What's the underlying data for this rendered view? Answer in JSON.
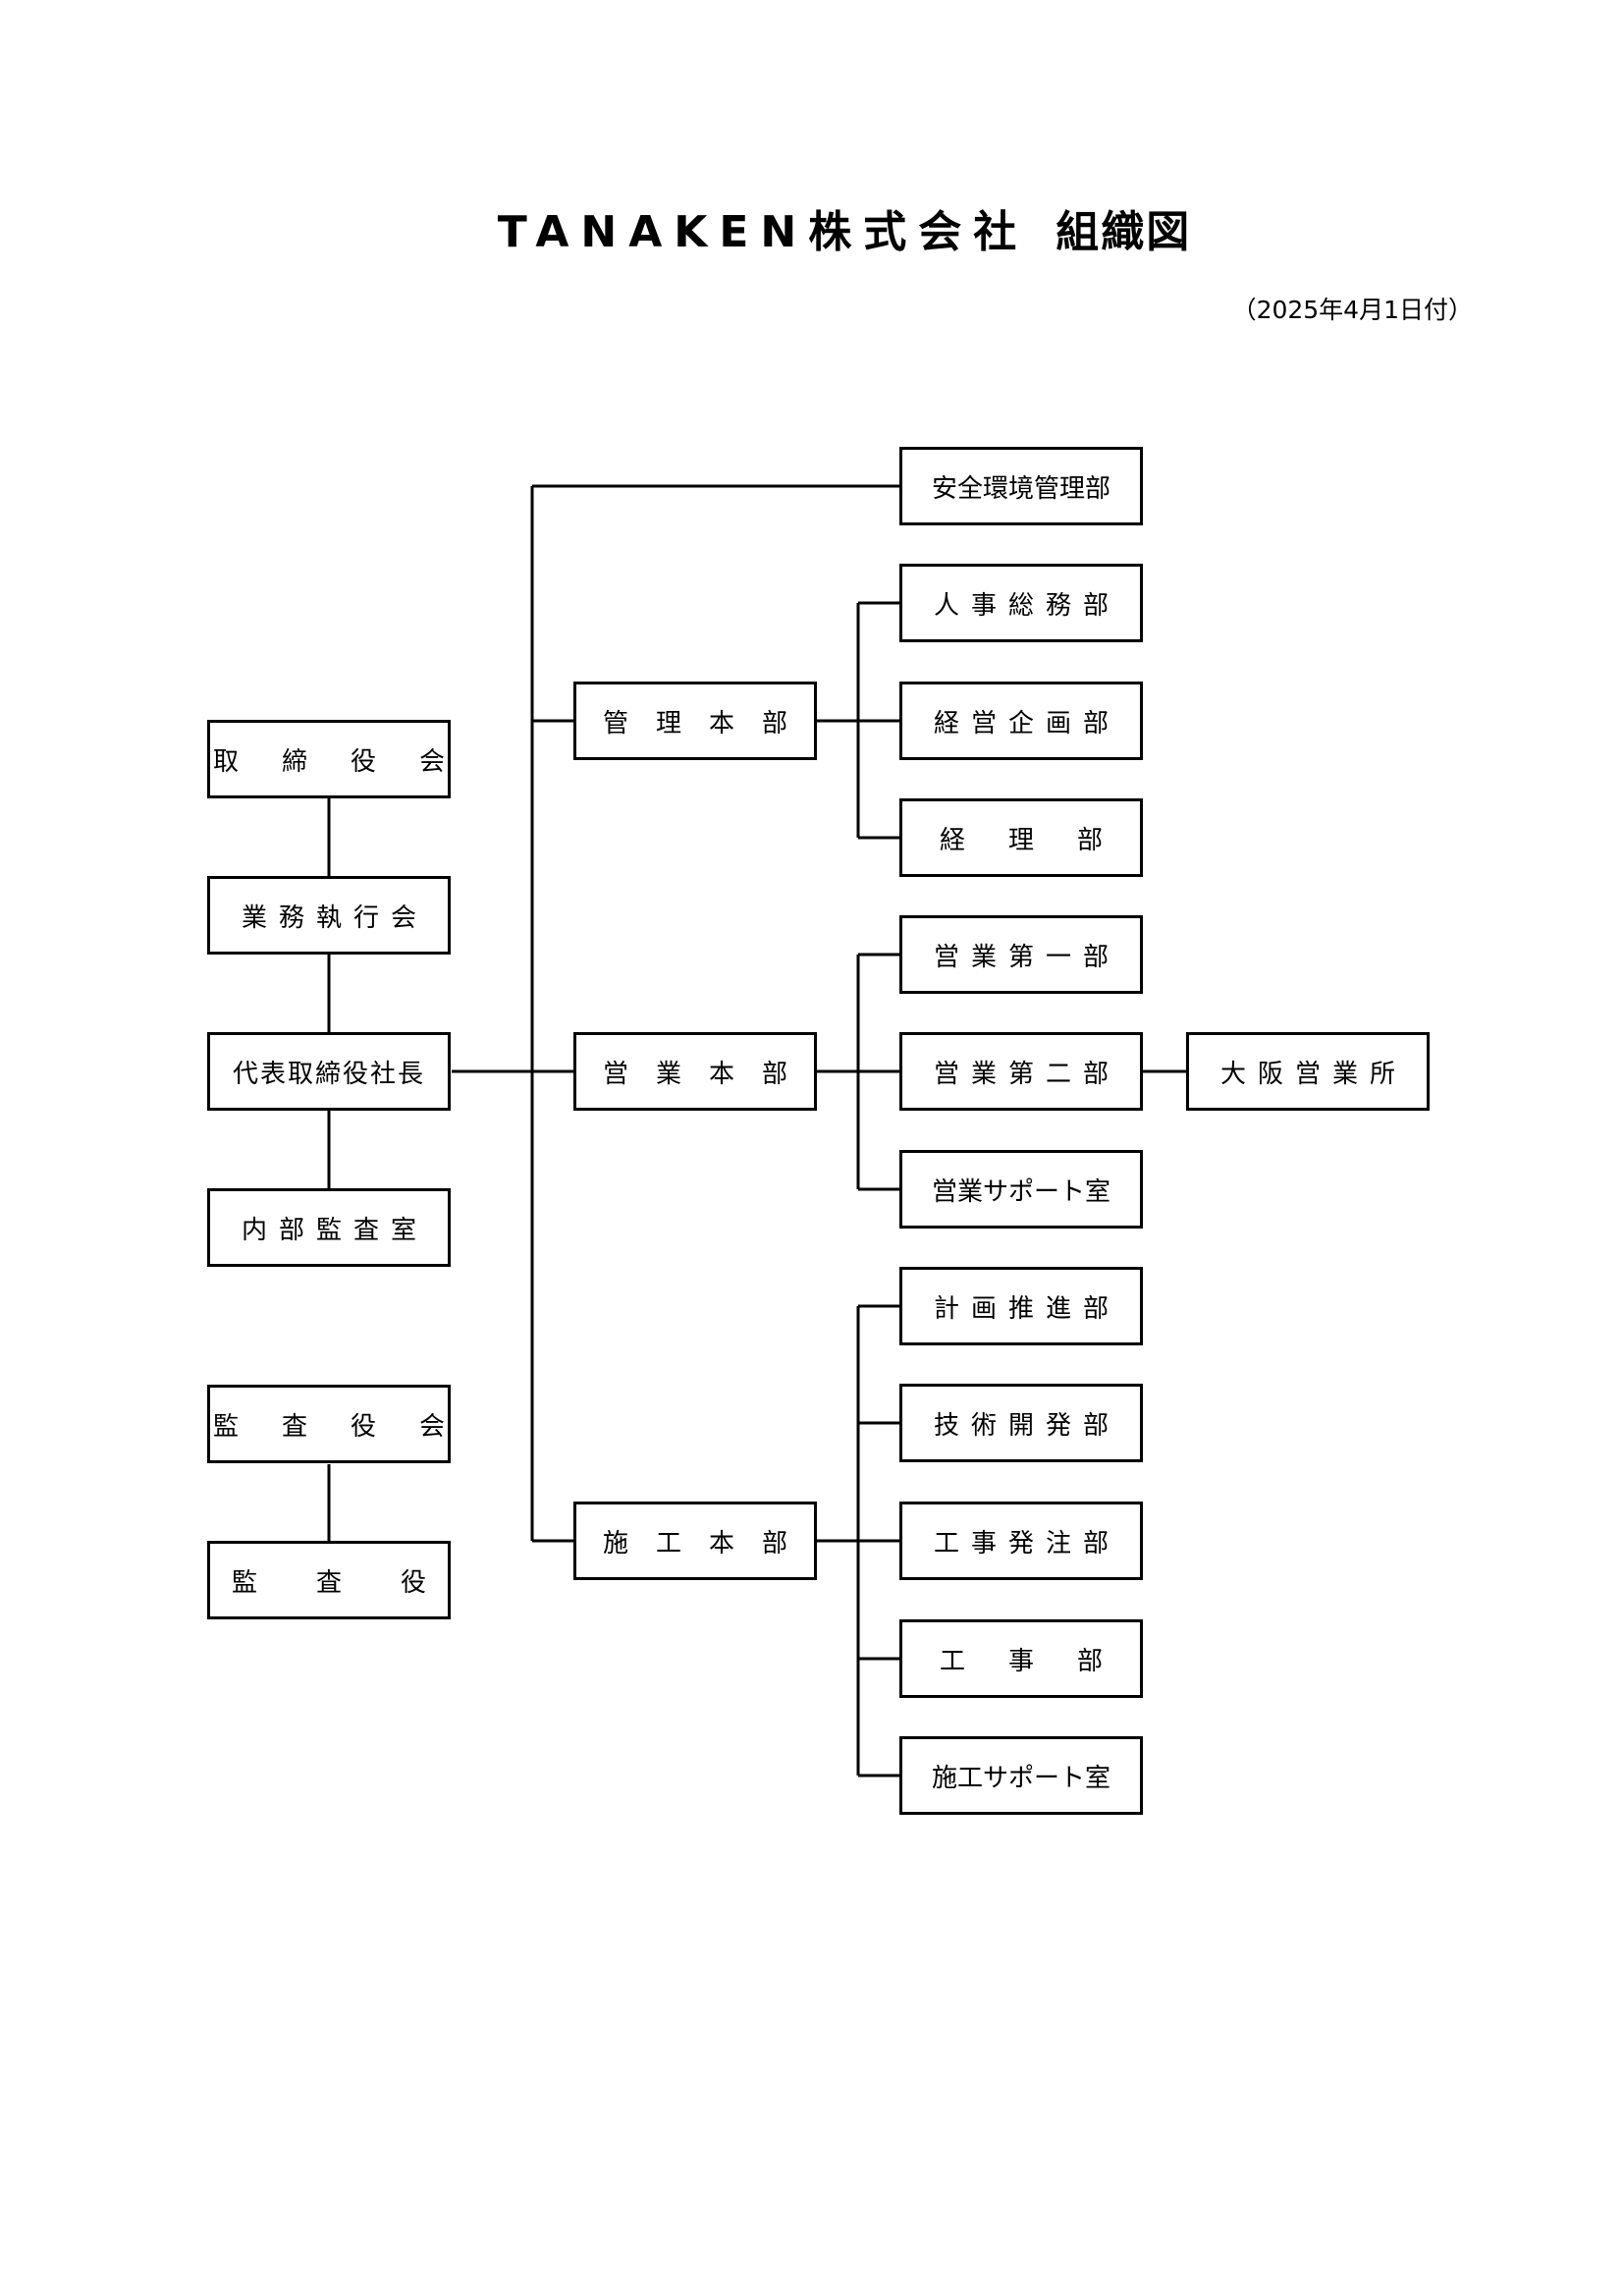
{
  "title": {
    "company": "TANAKEN株式会社",
    "suffix": "組織図"
  },
  "date": "（2025年4月1日付）",
  "boxes": {
    "board": "取締役会",
    "exec_committee": "業務執行会",
    "president": "代表取締役社長",
    "internal_audit": "内部監査室",
    "audit_board": "監査役会",
    "auditor": "監査役",
    "safety_env": "安全環境管理部",
    "admin_hq": "管理本部",
    "hr": "人事総務部",
    "planning": "経営企画部",
    "accounting": "経理部",
    "sales_hq": "営業本部",
    "sales1": "営業第一部",
    "sales2": "営業第二部",
    "osaka": "大阪営業所",
    "sales_support": "営業サポート室",
    "construction_hq": "施工本部",
    "plan_promo": "計画推進部",
    "tech_dev": "技術開発部",
    "ordering": "工事発注部",
    "works": "工事部",
    "constr_support": "施工サポート室"
  }
}
